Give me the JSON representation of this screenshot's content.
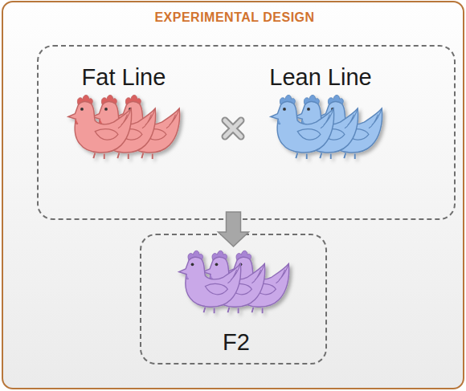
{
  "diagram": {
    "nodes": [
      {
        "text": [
          "EXPERIMENTAL DESIGN"
        ]
      },
      {
        "text": [
          "Fat Line",
          "Lean Line"
        ],
        "in": 0
      },
      {
        "text": [
          "F2"
        ],
        "in": 0
      }
    ],
    "edges": [
      {
        "from": 1,
        "to": 2,
        "arrow": "to"
      }
    ]
  }
}
